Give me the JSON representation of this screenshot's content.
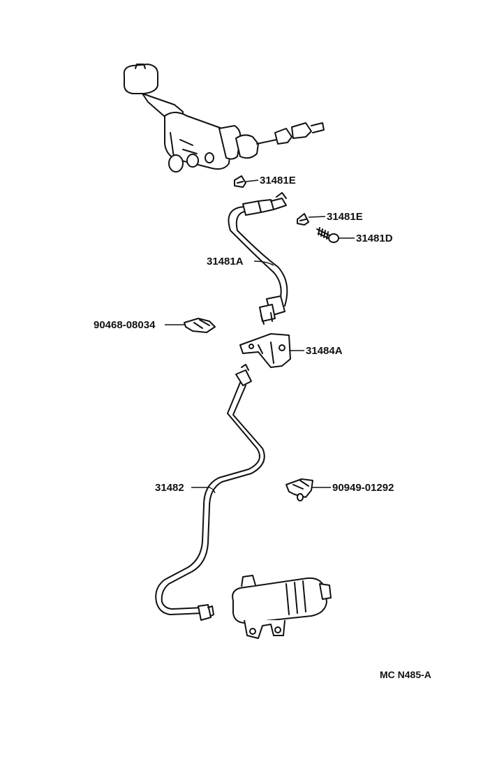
{
  "callouts": {
    "clip_upper": "31481E",
    "clip_right": "31481E",
    "bolt": "31481D",
    "hose": "31481A",
    "clip_left": "90468-08034",
    "bracket": "31484A",
    "tube": "31482",
    "clamp": "90949-01292"
  },
  "reference_code": "MC N485-A"
}
